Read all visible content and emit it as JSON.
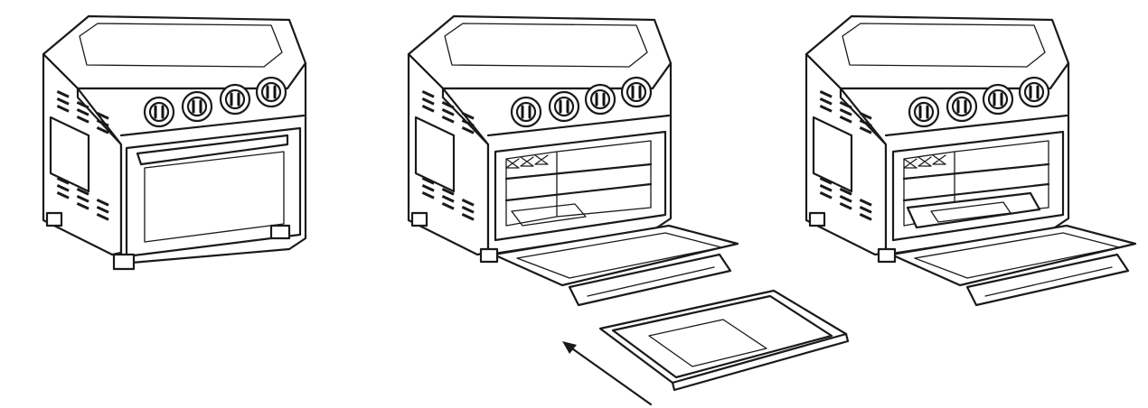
{
  "figure": {
    "panels": [
      {
        "id": "oven-closed",
        "description_label": ""
      },
      {
        "id": "oven-open-insert-tray",
        "description_label": ""
      },
      {
        "id": "oven-open-tray-inserted",
        "description_label": ""
      }
    ],
    "arrow": {
      "direction": "up-left"
    }
  },
  "colors": {
    "line": "#1a1a1a",
    "background": "#ffffff"
  }
}
